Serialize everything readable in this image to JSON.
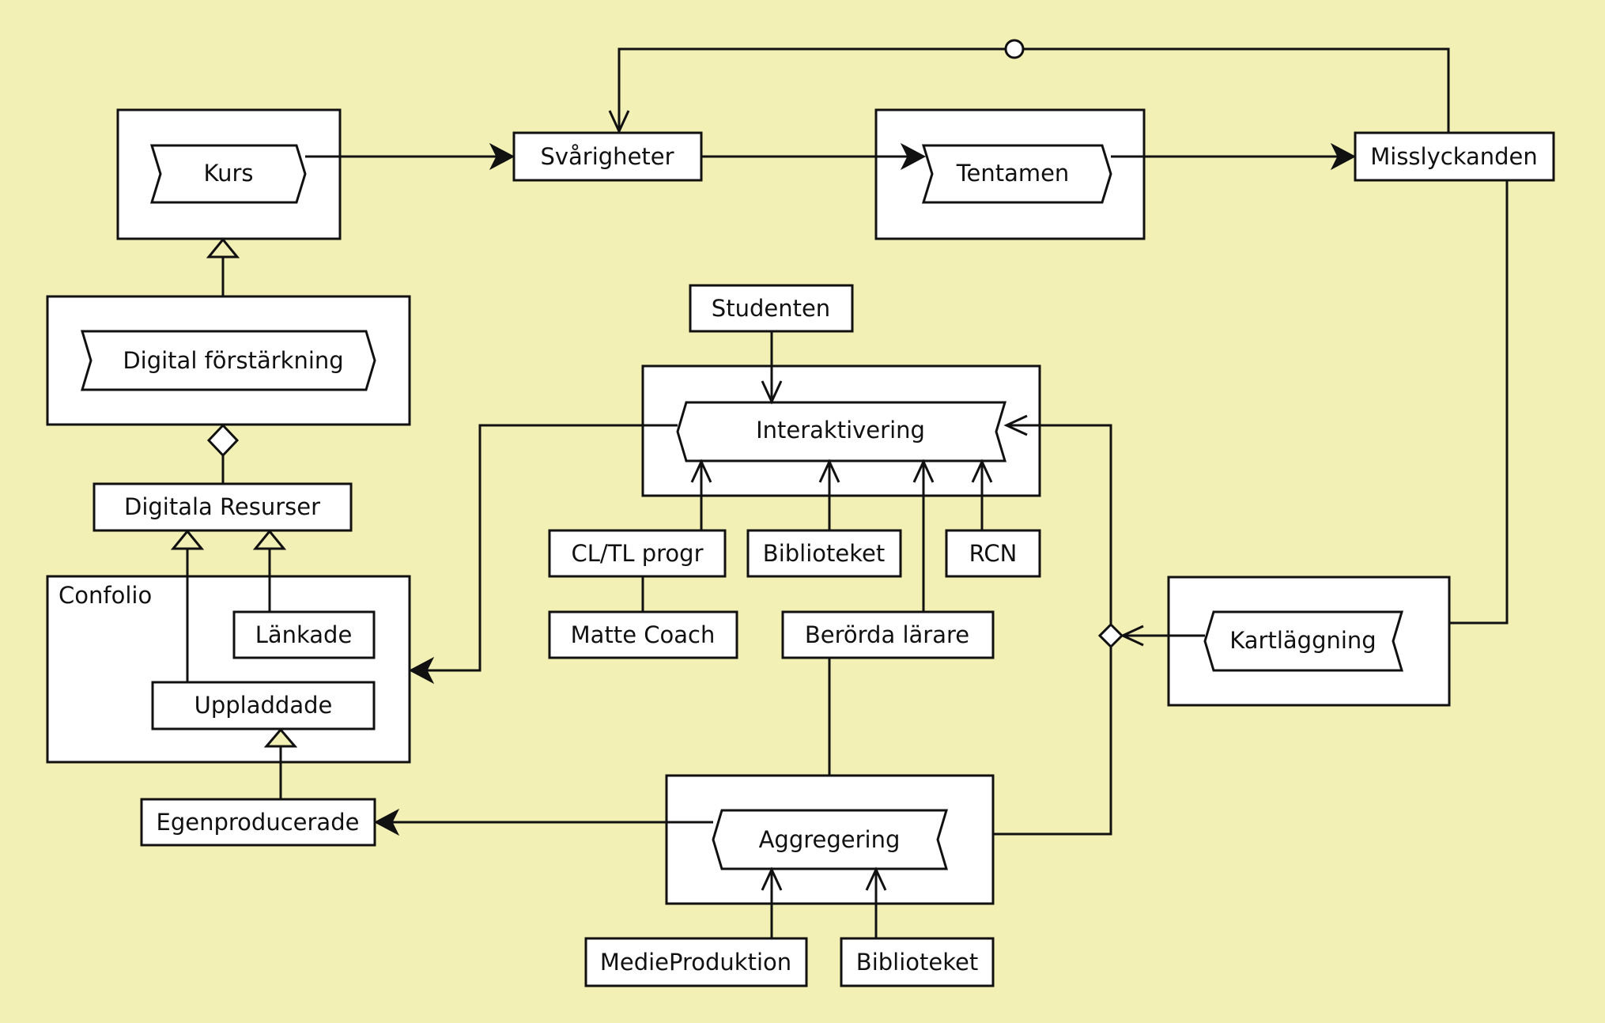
{
  "diagram": {
    "background_color": "#F2F0B5",
    "nodes": {
      "kurs": "Kurs",
      "svarigheter": "Svårigheter",
      "tentamen": "Tentamen",
      "misslyckanden": "Misslyckanden",
      "digital_forstarkning": "Digital förstärkning",
      "digitala_resurser": "Digitala Resurser",
      "confolio": "Confolio",
      "lankade": "Länkade",
      "uppladdade": "Uppladdade",
      "egenproducerade": "Egenproducerade",
      "studenten": "Studenten",
      "interaktivering": "Interaktivering",
      "cl_tl_progr": "CL/TL progr",
      "biblioteket_1": "Biblioteket",
      "rcn": "RCN",
      "matte_coach": "Matte Coach",
      "berorda_larare": "Berörda lärare",
      "kartlaggning": "Kartläggning",
      "aggregering": "Aggregering",
      "medieproduktion": "MedieProduktion",
      "biblioteket_2": "Biblioteket"
    },
    "edges": [
      {
        "from": "Kurs",
        "to": "Svårigheter",
        "type": "flow"
      },
      {
        "from": "Svårigheter",
        "to": "Tentamen",
        "type": "flow"
      },
      {
        "from": "Tentamen",
        "to": "Misslyckanden",
        "type": "flow"
      },
      {
        "from": "Misslyckanden",
        "to": "Svårigheter",
        "type": "feedback"
      },
      {
        "from": "Misslyckanden",
        "to": "Kartläggning",
        "type": "flow"
      },
      {
        "from": "Digital förstärkning",
        "to": "Kurs",
        "type": "generalization"
      },
      {
        "from": "Digitala Resurser",
        "to": "Digital förstärkning",
        "type": "aggregation"
      },
      {
        "from": "Uppladdade",
        "to": "Digitala Resurser",
        "type": "generalization"
      },
      {
        "from": "Länkade",
        "to": "Digitala Resurser",
        "type": "generalization"
      },
      {
        "from": "Egenproducerade",
        "to": "Uppladdade",
        "type": "generalization"
      },
      {
        "from": "Studenten",
        "to": "Interaktivering",
        "type": "association"
      },
      {
        "from": "CL/TL progr",
        "to": "Interaktivering",
        "type": "association"
      },
      {
        "from": "Biblioteket",
        "to": "Interaktivering",
        "type": "association"
      },
      {
        "from": "Berörda lärare",
        "to": "Interaktivering",
        "type": "association"
      },
      {
        "from": "RCN",
        "to": "Interaktivering",
        "type": "association"
      },
      {
        "from": "Matte Coach",
        "to": "CL/TL progr",
        "type": "link"
      },
      {
        "from": "Interaktivering",
        "to": "Confolio",
        "type": "flow"
      },
      {
        "from": "Kartläggning",
        "to": "Interaktivering",
        "type": "association"
      },
      {
        "from": "Kartläggning",
        "to": "Aggregering",
        "type": "association"
      },
      {
        "from": "Berörda lärare",
        "to": "Aggregering",
        "type": "association"
      },
      {
        "from": "MedieProduktion",
        "to": "Aggregering",
        "type": "association"
      },
      {
        "from": "Biblioteket",
        "to": "Aggregering",
        "type": "association"
      },
      {
        "from": "Aggregering",
        "to": "Egenproducerade",
        "type": "flow"
      }
    ]
  }
}
